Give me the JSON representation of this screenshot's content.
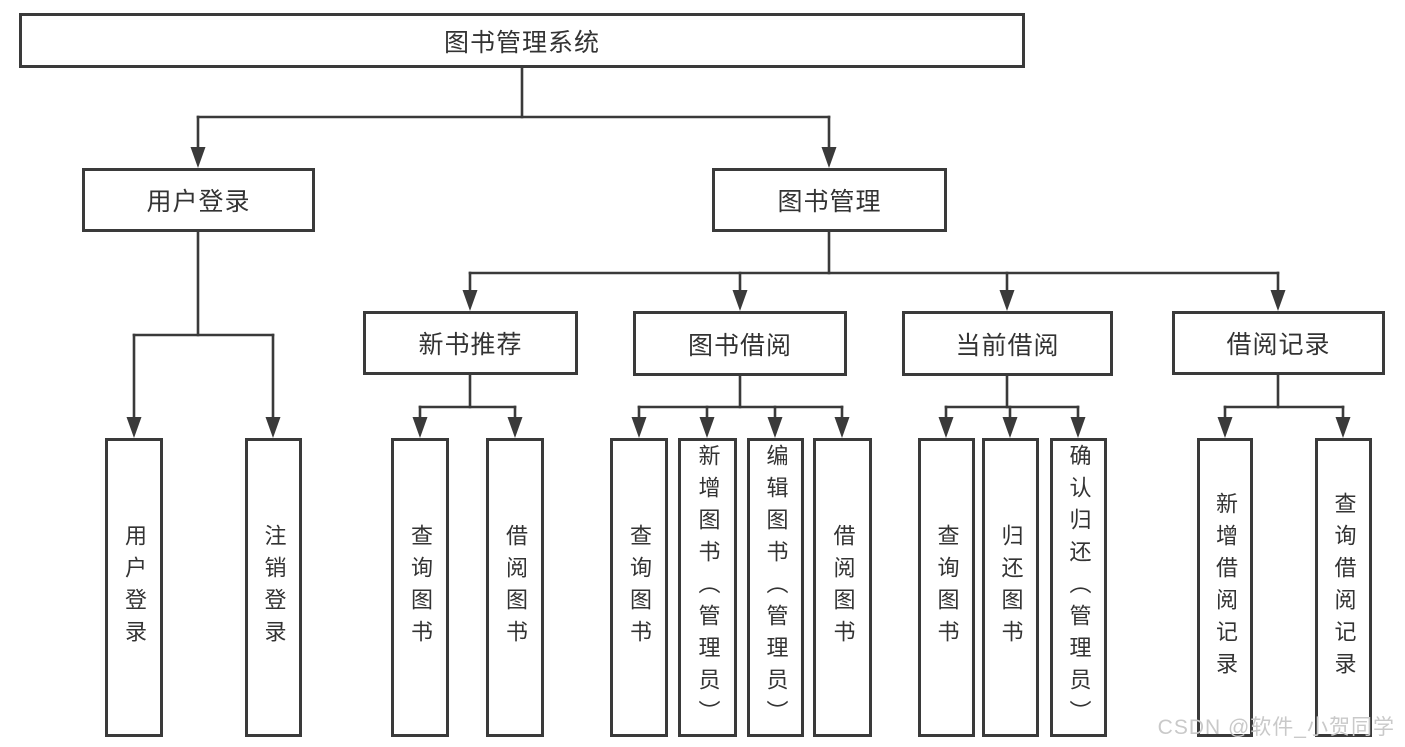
{
  "diagram": {
    "root": "图书管理系统",
    "level2": [
      {
        "label": "用户登录"
      },
      {
        "label": "图书管理"
      }
    ],
    "level3": [
      {
        "label": "新书推荐"
      },
      {
        "label": "图书借阅"
      },
      {
        "label": "当前借阅"
      },
      {
        "label": "借阅记录"
      }
    ],
    "leaves": {
      "g1": [
        "用户登录",
        "注销登录"
      ],
      "g2": [
        "查询图书",
        "借阅图书"
      ],
      "g3": [
        "查询图书",
        "新增图书（管理员）",
        "编辑图书（管理员）",
        "借阅图书"
      ],
      "g4": [
        "查询图书",
        "归还图书",
        "确认归还（管理员）"
      ],
      "g5": [
        "新增借阅记录",
        "查询借阅记录"
      ]
    },
    "colors": {
      "line": "#3a3a3a",
      "text": "#333333",
      "watermark": "#c9c9c9",
      "background": "#ffffff"
    }
  },
  "watermark": "CSDN @软件_小贺同学"
}
